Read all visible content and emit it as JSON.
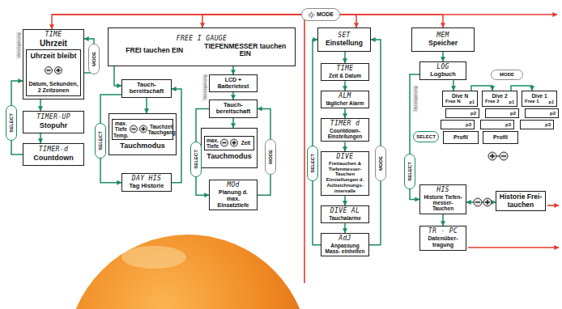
{
  "diagram": {
    "nodes": [
      {
        "text": [
          "MODE"
        ]
      },
      {
        "text": [
          "TIME",
          "Uhrzeit"
        ]
      },
      {
        "text": [
          "Uhrzeit bleibt",
          "Datum, Sekunden, 2 Zeitzonen"
        ],
        "in": 1
      },
      {
        "text": [
          "TIMER-UP",
          "Stopuhr"
        ]
      },
      {
        "text": [
          "TIMER-d",
          "Countdown"
        ]
      },
      {
        "text": [
          "SELECT"
        ]
      },
      {
        "text": [
          "MODE"
        ]
      },
      {
        "text": [
          "FREE I GAUGE",
          "FREI tauchen EIN",
          "TIEFENMESSER tauchen EIN"
        ]
      },
      {
        "text": [
          "Tauch- bereitschaft"
        ]
      },
      {
        "text": [
          "max. Tiefe Temp.",
          "Tauchzeit Tauchgang",
          "Tauchmodus"
        ]
      },
      {
        "text": [
          "DAY HIS",
          "Tag Historie"
        ]
      },
      {
        "text": [
          "SELECT"
        ]
      },
      {
        "text": [
          "LCD + Batterietest"
        ]
      },
      {
        "text": [
          "Tauch- bereitschaft"
        ]
      },
      {
        "text": [
          "max. Tiefe",
          "Zeit",
          "Tauchmodus"
        ]
      },
      {
        "text": [
          "MOd",
          "Planung d. max. Einsatztiefe"
        ]
      },
      {
        "text": [
          "SELECT"
        ]
      },
      {
        "text": [
          "MODE"
        ]
      },
      {
        "text": [
          "SET",
          "Einstellung"
        ]
      },
      {
        "text": [
          "TIME",
          "Zeit & Datum"
        ]
      },
      {
        "text": [
          "ALM",
          "täglicher Alarm"
        ]
      },
      {
        "text": [
          "TIMER d",
          "Countdown- Einstellungen"
        ]
      },
      {
        "text": [
          "DIVE",
          "Freitauchen & Tiefenmesser- Tauchen Einstellungen d. Aufzeichnungs- intervalle"
        ]
      },
      {
        "text": [
          "DIVE AL",
          "Tauchalarme"
        ]
      },
      {
        "text": [
          "AdJ",
          "Anpassung Mass- einheiten"
        ]
      },
      {
        "text": [
          "SELECT"
        ]
      },
      {
        "text": [
          "MODE"
        ]
      },
      {
        "text": [
          "MEM",
          "Speicher"
        ]
      },
      {
        "text": [
          "LOG",
          "Logbuch"
        ]
      },
      {
        "text": [
          "MODE"
        ]
      },
      {
        "text": [
          "Dive N",
          "Free N",
          "p1"
        ]
      },
      {
        "text": [
          "Dive 2",
          "Free 2",
          "p1"
        ]
      },
      {
        "text": [
          "Dive 1",
          "Free 1",
          "p1"
        ]
      },
      {
        "text": [
          "p2"
        ]
      },
      {
        "text": [
          "p3"
        ]
      },
      {
        "text": [
          "Profil"
        ]
      },
      {
        "text": [
          "p2"
        ]
      },
      {
        "text": [
          "p3"
        ]
      },
      {
        "text": [
          "Profil"
        ]
      },
      {
        "text": [
          "p2"
        ]
      },
      {
        "text": [
          "p3"
        ]
      },
      {
        "text": [
          "SELECT"
        ]
      },
      {
        "text": [
          "HIS",
          "Historie Tiefen- messer- Tauchen"
        ]
      },
      {
        "text": [
          "Historie Frei- tauchen"
        ]
      },
      {
        "text": [
          "TR - PC",
          "Datenüber- tragung"
        ]
      },
      {
        "text": [
          "SELECT"
        ]
      }
    ],
    "edges": [
      {
        "from": 0,
        "to": 1,
        "arrow": "to"
      },
      {
        "from": 0,
        "to": 7,
        "arrow": "to"
      },
      {
        "from": 0,
        "to": 18,
        "arrow": "to"
      },
      {
        "from": 0,
        "to": 27,
        "arrow": "to"
      },
      {
        "from": 1,
        "to": 3,
        "arrow": "to"
      },
      {
        "from": 3,
        "to": 4,
        "arrow": "to"
      },
      {
        "from": 4,
        "to": 1,
        "arrow": "to"
      },
      {
        "from": 2,
        "to": 1,
        "arrow": "to"
      },
      {
        "from": 7,
        "to": 8,
        "arrow": "to"
      },
      {
        "from": 8,
        "to": 9,
        "arrow": "to"
      },
      {
        "from": 8,
        "to": 10,
        "arrow": "to"
      },
      {
        "from": 10,
        "to": 8,
        "arrow": "to"
      },
      {
        "from": 7,
        "to": 12,
        "arrow": "to"
      },
      {
        "from": 12,
        "to": 13,
        "arrow": "to"
      },
      {
        "from": 13,
        "to": 14,
        "arrow": "to"
      },
      {
        "from": 13,
        "to": 15,
        "arrow": "to"
      },
      {
        "from": 15,
        "to": 13,
        "arrow": "to"
      },
      {
        "from": 18,
        "to": 19,
        "arrow": "to"
      },
      {
        "from": 19,
        "to": 20,
        "arrow": "to"
      },
      {
        "from": 20,
        "to": 21,
        "arrow": "to"
      },
      {
        "from": 21,
        "to": 22,
        "arrow": "to"
      },
      {
        "from": 22,
        "to": 23,
        "arrow": "to"
      },
      {
        "from": 23,
        "to": 24,
        "arrow": "to"
      },
      {
        "from": 24,
        "to": 18,
        "arrow": "to"
      },
      {
        "from": 24,
        "to": 18,
        "arrow": "to"
      },
      {
        "from": 27,
        "to": 28,
        "arrow": "to"
      },
      {
        "from": 28,
        "to": 30,
        "arrow": "to"
      },
      {
        "from": 30,
        "to": 31,
        "arrow": "to"
      },
      {
        "from": 31,
        "to": 32,
        "arrow": "to"
      },
      {
        "from": 28,
        "to": 42,
        "arrow": "to"
      },
      {
        "from": 42,
        "to": 43,
        "arrow": "both"
      },
      {
        "from": 42,
        "to": 44,
        "arrow": "to"
      }
    ],
    "labels": [
      "Verzögerung",
      "Verzögerung",
      "Verzögerung"
    ]
  }
}
